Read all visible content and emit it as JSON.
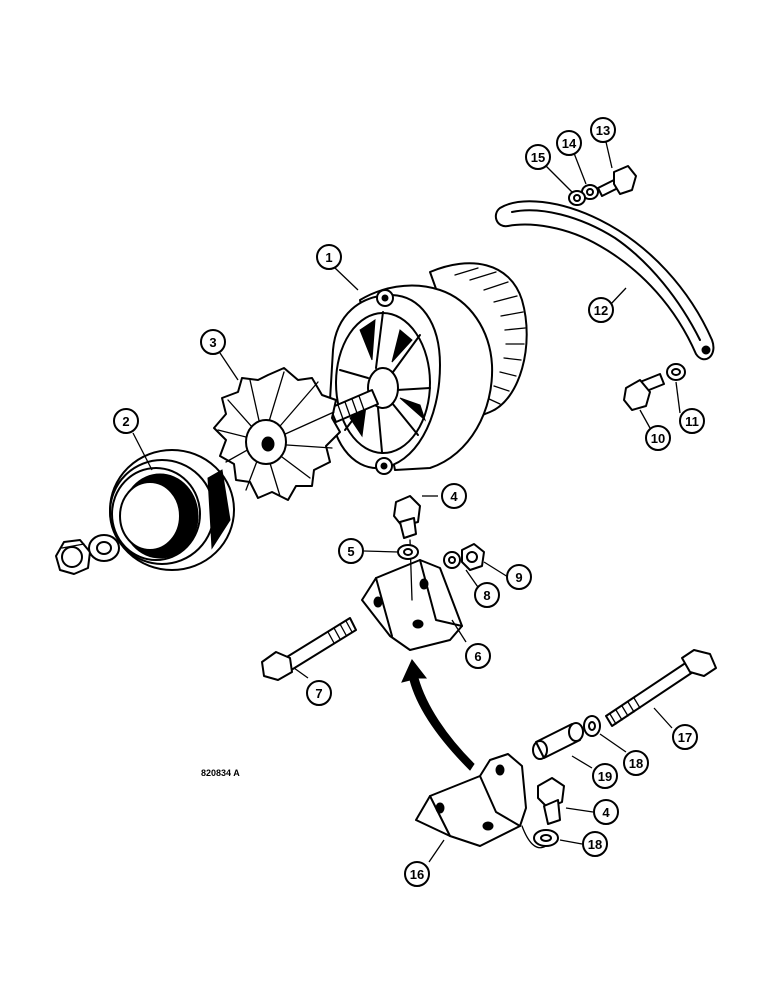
{
  "figure": {
    "reference_code": "820834 A"
  },
  "callouts": [
    {
      "id": "c1",
      "label": "1"
    },
    {
      "id": "c2",
      "label": "2"
    },
    {
      "id": "c3",
      "label": "3"
    },
    {
      "id": "c4a",
      "label": "4"
    },
    {
      "id": "c4b",
      "label": "4"
    },
    {
      "id": "c5",
      "label": "5"
    },
    {
      "id": "c6",
      "label": "6"
    },
    {
      "id": "c7",
      "label": "7"
    },
    {
      "id": "c8",
      "label": "8"
    },
    {
      "id": "c9",
      "label": "9"
    },
    {
      "id": "c10",
      "label": "10"
    },
    {
      "id": "c11",
      "label": "11"
    },
    {
      "id": "c12",
      "label": "12"
    },
    {
      "id": "c13",
      "label": "13"
    },
    {
      "id": "c14",
      "label": "14"
    },
    {
      "id": "c15",
      "label": "15"
    },
    {
      "id": "c16",
      "label": "16"
    },
    {
      "id": "c17",
      "label": "17"
    },
    {
      "id": "c18a",
      "label": "18"
    },
    {
      "id": "c18b",
      "label": "18"
    },
    {
      "id": "c19",
      "label": "19"
    }
  ]
}
